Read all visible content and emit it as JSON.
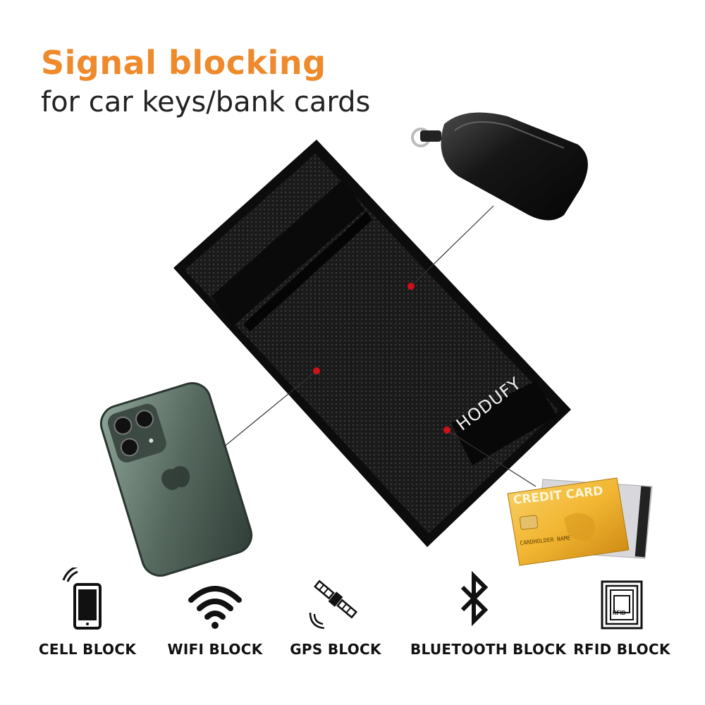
{
  "headline": {
    "title": "Signal blocking",
    "subtitle": "for car keys/bank cards"
  },
  "product": {
    "brand": "HODUFY"
  },
  "credit_card": {
    "title": "CREDIT CARD",
    "holder": "CARDHOLDER NAME"
  },
  "rfid_chip_label": "RFID",
  "colors": {
    "headline": "#ee8a2c",
    "pouch": "#141414",
    "callout_dot": "#d0101a",
    "card_gold": "#f2b632"
  },
  "features": [
    {
      "icon": "cell-signal-icon",
      "label": "CELL BLOCK"
    },
    {
      "icon": "wifi-icon",
      "label": "WIFI BLOCK"
    },
    {
      "icon": "satellite-icon",
      "label": "GPS BLOCK"
    },
    {
      "icon": "bluetooth-icon",
      "label": "BLUETOOTH BLOCK"
    },
    {
      "icon": "rfid-icon",
      "label": "RFID BLOCK"
    }
  ]
}
